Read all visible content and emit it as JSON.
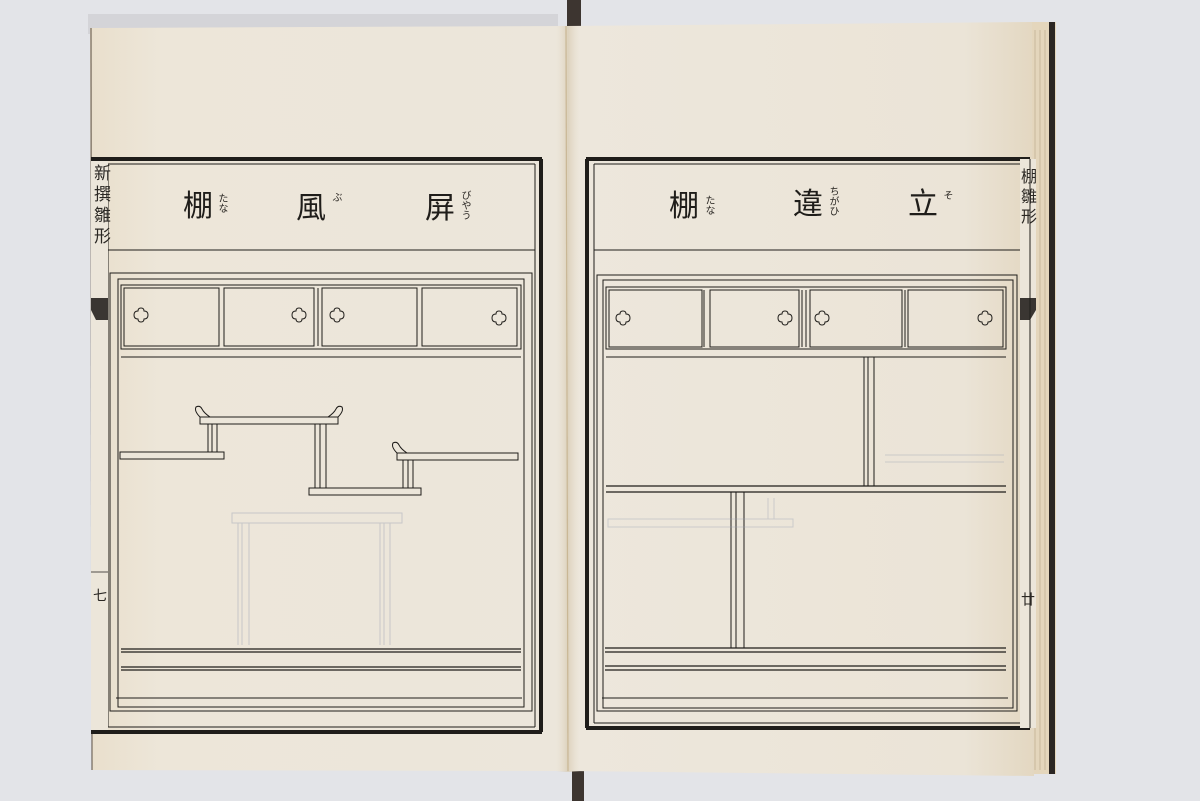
{
  "document": {
    "type": "Japanese woodblock-printed book, open two-page spread",
    "subject": "Shelf (tana) design illustrations",
    "paper_color": "#ece6da",
    "ink_color": "#1f1d1a",
    "background_color": "#e3e4e8"
  },
  "left_page": {
    "title": {
      "chars": [
        "屏",
        "風",
        "棚"
      ],
      "ruby": [
        "びやう",
        "ぶ",
        "たな"
      ],
      "reading": "屏風棚 (byōbu-dana)"
    },
    "margin_label": "新撰雛形",
    "margin_page_mark": "七",
    "illustration": "Shelf cabinet with four sliding upper doors (with quatrefoil pulls) and staggered tiered shelves resembling folding screen"
  },
  "right_page": {
    "title": {
      "chars": [
        "立",
        "違",
        "棚"
      ],
      "ruby": [
        "そ",
        "ちがひ",
        "たな"
      ],
      "reading": "立違棚 (sō-chigai-dana)"
    },
    "margin_label": "棚雛形",
    "margin_page_mark": "廿",
    "illustration": "Shelf cabinet with four sliding upper doors and offset vertical dividers forming staggered compartments"
  }
}
